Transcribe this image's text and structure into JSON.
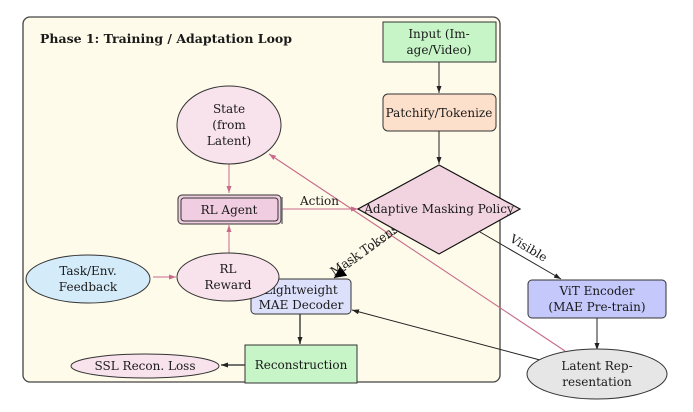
{
  "phase": {
    "title": "Phase 1: Training / Adaptation Loop"
  },
  "nodes": {
    "input": {
      "lines": [
        "Input (Im-",
        "age/Video)"
      ],
      "fill": "#c8f5c8"
    },
    "patchify": {
      "lines": [
        "Patchify/Tokenize"
      ],
      "fill": "#fde0cc"
    },
    "masking_policy": {
      "lines": [
        "Adaptive Masking Policy"
      ],
      "fill": "#f2d4e0"
    },
    "state": {
      "lines": [
        "State",
        "(from",
        "Latent)"
      ],
      "fill": "#f8e2ec"
    },
    "rl_agent": {
      "lines": [
        "RL Agent"
      ],
      "fill": "#f0cde0"
    },
    "task_feedback": {
      "lines": [
        "Task/Env.",
        "Feedback"
      ],
      "fill": "#d4ecfa"
    },
    "rl_reward": {
      "lines": [
        "RL",
        "Reward"
      ],
      "fill": "#f8e2ec"
    },
    "decoder": {
      "lines": [
        "Lightweight",
        "MAE Decoder"
      ],
      "fill": "#dde0fb"
    },
    "reconstruction": {
      "lines": [
        "Reconstruction"
      ],
      "fill": "#c8f5c8"
    },
    "ssl_loss": {
      "lines": [
        "SSL Recon.  Loss"
      ],
      "fill": "#f8e2ec"
    },
    "vit_encoder": {
      "lines": [
        "ViT Encoder",
        "(MAE Pre-train)"
      ],
      "fill": "#c4c8fb"
    },
    "latent": {
      "lines": [
        "Latent Rep-",
        "resentation"
      ],
      "fill": "#e6e6e6"
    }
  },
  "edges": {
    "action": "Action",
    "visible": "Visible",
    "mask_tokens": "Mask Tokens"
  },
  "colors": {
    "phase_bg": "#fefbea",
    "rl_edge": "#c86a8a",
    "black_edge": "#222222"
  }
}
